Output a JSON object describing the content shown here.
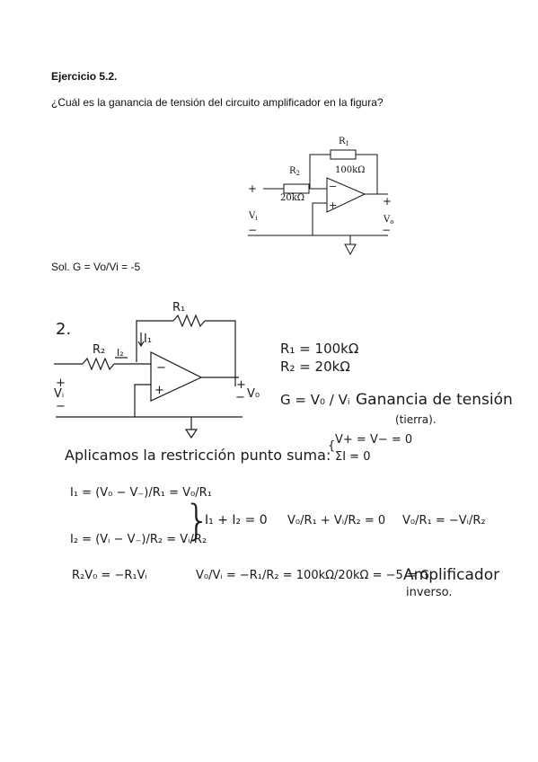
{
  "exercise": {
    "title": "Ejercicio 5.2.",
    "question": "¿Cuál es la ganancia de tensión del circuito amplificador en la figura?",
    "solution": "Sol. G = Vo/Vi = -5"
  },
  "printed_circuit": {
    "r1_label": "R",
    "r1_sub": "1",
    "r1_value": "100kΩ",
    "r2_label": "R",
    "r2_sub": "2",
    "r2_value": "20kΩ",
    "vi_label": "V",
    "vi_sub": "i",
    "vo_label": "V",
    "vo_sub": "o",
    "plus": "+",
    "minus": "−"
  },
  "handwritten": {
    "number": "2.",
    "r1": "R₁",
    "r2": "R₂",
    "i1": "I₁",
    "i2": "I₂",
    "vi": "Vᵢ",
    "vo": "V₀",
    "plus": "+",
    "minus": "−",
    "r1_value": "R₁ = 100kΩ",
    "r2_value": "R₂ = 20kΩ",
    "gain_def": "G = V₀ / Vᵢ",
    "gain_text": "Ganancia de tensión",
    "gain_note": "(tierra).",
    "restriction": "Aplicamos la restricción punto suma:",
    "cond1": "V+ = V− = 0",
    "cond2": "ΣI = 0",
    "eq_i1": "I₁ = (V₀ − V₋)/R₁ = V₀/R₁",
    "eq_i2": "I₂ = (Vᵢ − V₋)/R₂ = Vᵢ/R₂",
    "eq_sum": "I₁ + I₂ = 0",
    "eq_ratio": "V₀/R₁ + Vᵢ/R₂ = 0",
    "eq_solve": "V₀/R₁ = −Vᵢ/R₂",
    "eq_r2vo": "R₂V₀ = −R₁Vᵢ",
    "eq_final": "V₀/Vᵢ = −R₁/R₂ = 100kΩ/20kΩ = −5 = G",
    "conclusion1": "Amplificador",
    "conclusion2": "inverso."
  }
}
